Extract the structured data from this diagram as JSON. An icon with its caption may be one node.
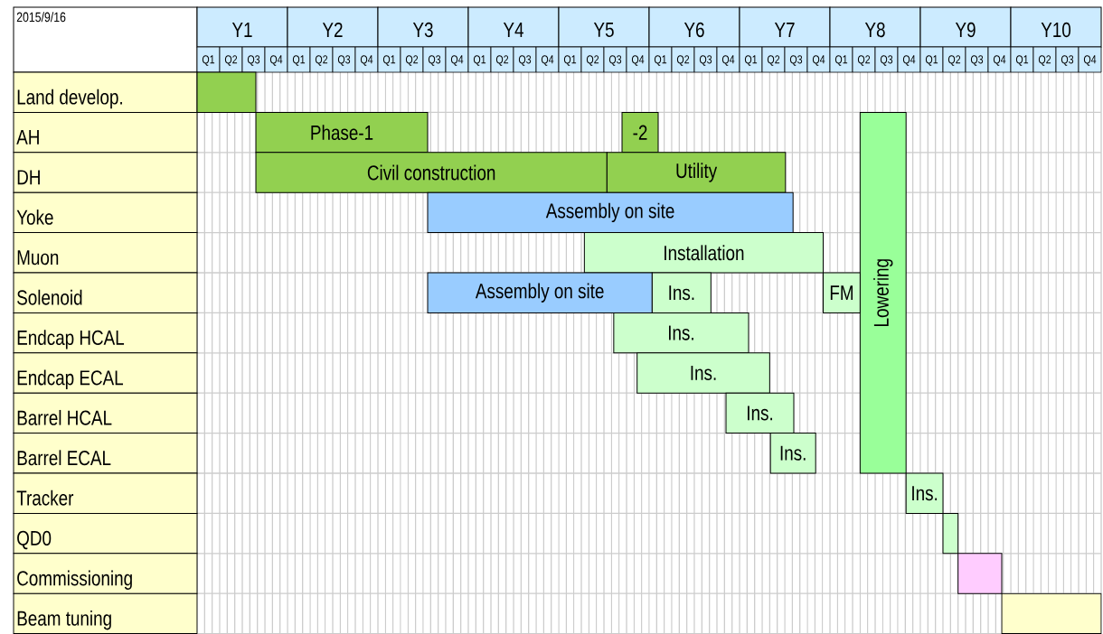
{
  "diagram": {
    "nodes": [
      {
        "text": [],
        "shape": "bar"
      },
      {
        "text": [
          "Phase-1"
        ]
      },
      {
        "text": [
          "-2"
        ]
      },
      {
        "text": [
          "Lowering"
        ]
      },
      {
        "text": [
          "Civil construction"
        ]
      },
      {
        "text": [
          "Utility"
        ]
      },
      {
        "text": [
          "Assembly on site"
        ]
      },
      {
        "text": [
          "Installation"
        ]
      },
      {
        "text": [
          "Assembly on site"
        ]
      },
      {
        "text": [
          "Ins."
        ]
      },
      {
        "text": [
          "FM"
        ]
      },
      {
        "text": [
          "Ins."
        ]
      },
      {
        "text": [
          "Ins."
        ]
      },
      {
        "text": [
          "Ins."
        ]
      },
      {
        "text": [
          "Ins."
        ]
      },
      {
        "text": [
          "Ins."
        ]
      },
      {
        "text": [],
        "shape": "bar"
      },
      {
        "text": [],
        "shape": "bar"
      },
      {
        "text": [],
        "shape": "bar"
      }
    ],
    "labels": [
      "2015/9/16",
      "Y1",
      "Y2",
      "Y3",
      "Y4",
      "Y5",
      "Y6",
      "Y7",
      "Y8",
      "Y9",
      "Y10",
      "Q1",
      "Q2",
      "Q3",
      "Q4",
      "Q1",
      "Q2",
      "Q3",
      "Q4",
      "Q1",
      "Q2",
      "Q3",
      "Q4",
      "Q1",
      "Q2",
      "Q3",
      "Q4",
      "Q1",
      "Q2",
      "Q3",
      "Q4",
      "Q1",
      "Q2",
      "Q3",
      "Q4",
      "Q1",
      "Q2",
      "Q3",
      "Q4",
      "Q1",
      "Q2",
      "Q3",
      "Q4",
      "Q1",
      "Q2",
      "Q3",
      "Q4",
      "Q1",
      "Q2",
      "Q3",
      "Q4",
      "Land develop.",
      "AH",
      "DH",
      "Yoke",
      "Muon",
      "Solenoid",
      "Endcap HCAL",
      "Endcap ECAL",
      "Barrel HCAL",
      "Barrel ECAL",
      "Tracker",
      "QD0",
      "Commissioning",
      "Beam tuning"
    ]
  }
}
